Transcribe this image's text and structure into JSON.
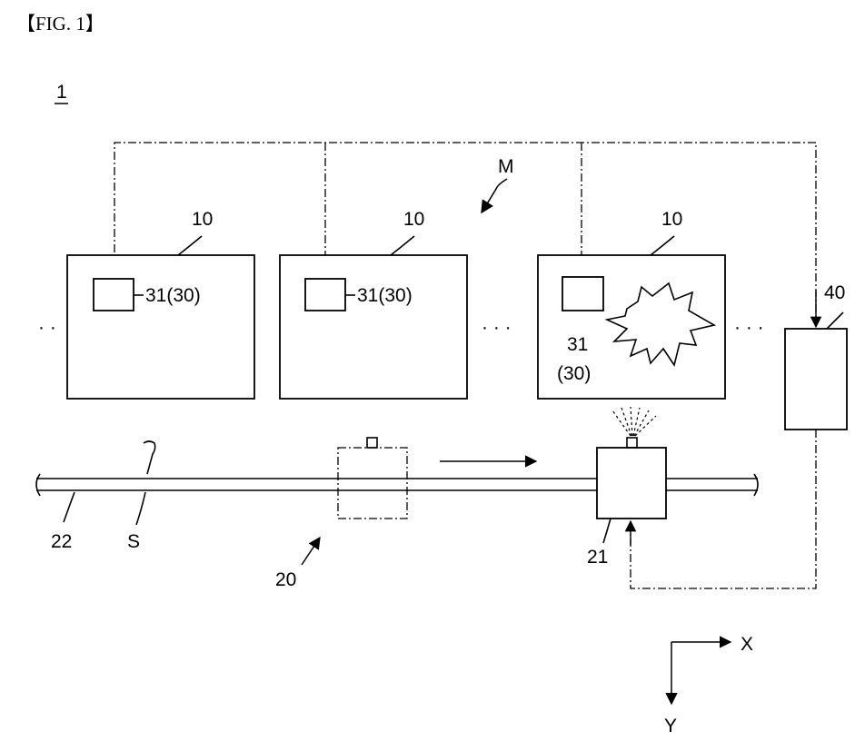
{
  "figure": {
    "caption": "【FIG. 1】",
    "system_ref": "1",
    "ellipsis": "· ·",
    "ellipsis3": "· · ·"
  },
  "labels": {
    "module_group": "M",
    "chamber": "10",
    "sensor_left": "31(30)",
    "sensor_mid": "31(30)",
    "sensor_right_num": "31",
    "sensor_right_sub": "(30)",
    "controller": "40",
    "transfer_unit": "20",
    "transfer_robot": "21",
    "rail": "22",
    "path": "S",
    "axis_x": "X",
    "axis_y": "Y"
  }
}
